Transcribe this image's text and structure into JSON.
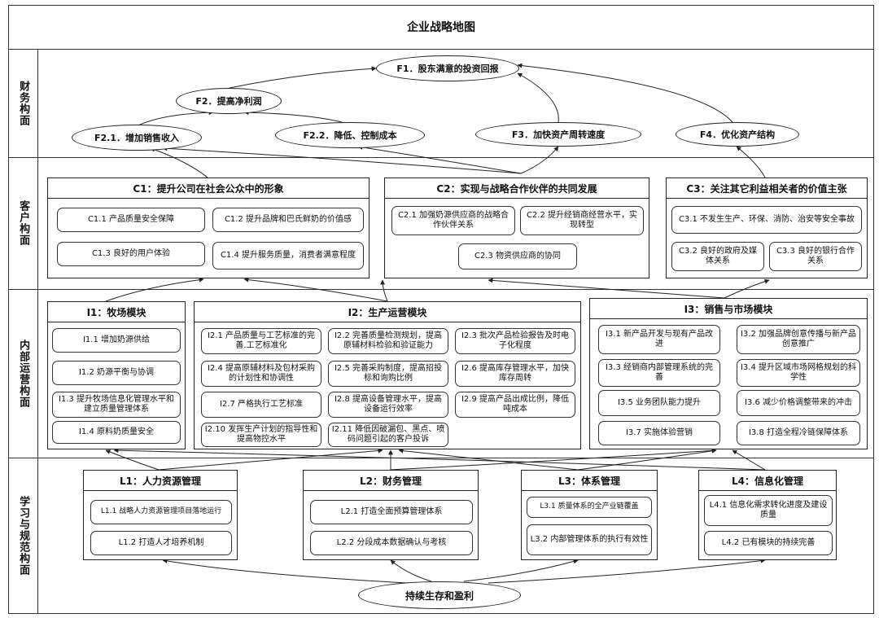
{
  "title": "企业战略地图",
  "lanes": {
    "financial": "财务构面",
    "customer": "客户构面",
    "internal": "内部运营构面",
    "learning": "学习与规范构面"
  },
  "financial": {
    "f1": "F1．股东满意的投资回报",
    "f2": "F2．提高净利润",
    "f21": "F2.1．增加销售收入",
    "f22": "F2.2．降低、控制成本",
    "f3": "F3．加快资产周转速度",
    "f4": "F4．优化资产结构"
  },
  "customer": {
    "c1": {
      "title": "C1：提升公司在社会公众中的形象",
      "items": [
        "C1.1 产品质量安全保障",
        "C1.2 提升品牌和巴氏鲜奶的价值感",
        "C1.3 良好的用户体验",
        "C1.4 提升服务质量，消费者满意程度"
      ]
    },
    "c2": {
      "title": "C2：实现与战略合作伙伴的共同发展",
      "items": [
        "C2.1 加强奶源供应商的战略合作伙伴关系",
        "C2.2 提升经销商经营水平，实现转型",
        "C2.3 物资供应商的协同"
      ]
    },
    "c3": {
      "title": "C3：关注其它利益相关者的价值主张",
      "items": [
        "C3.1 不发生生产、环保、消防、治安等安全事故",
        "C3.2 良好的政府及媒体关系",
        "C3.3 良好的银行合作关系"
      ]
    }
  },
  "internal": {
    "i1": {
      "title": "I1：牧场模块",
      "items": [
        "I1.1 增加奶源供给",
        "I1.2 奶源平衡与协调",
        "I1.3 提升牧场信息化管理水平和建立质量管理体系",
        "I1.4 原料奶质量安全"
      ]
    },
    "i2": {
      "title": "I2：生产运营模块",
      "items": [
        "I2.1 产品质量与工艺标准的完善.工艺标准化",
        "I2.2 完善质量检测规划，提高原辅材料检验和验证能力",
        "I2.3 批次产品检验报告及时电子化程度",
        "I2.4 提高原辅材料及包材采购的计划性和协调性",
        "I2.5 完善采购制度，提高招投标和询购比例",
        "I2.6 提高库存管理水平，加快库存周转",
        "I2.7 严格执行工艺标准",
        "I2.8 提高设备管理水平，提高设备运行效率",
        "I2.9 提高产品出成比例，降低吨成本",
        "I2.10 发挥生产计划的指导性和提高物控水平",
        "I2.11 降低因破漏包、黑点、喷码问题引起的客户投诉"
      ]
    },
    "i3": {
      "title": "I3：销售与市场模块",
      "items": [
        "I3.1 新产品开发与现有产品改进",
        "I3.2 加强品牌创意传播与新产品创意推广",
        "I3.3 经销商内部管理系统的完善",
        "I3.4 提升区域市场网格规划的科学性",
        "I3.5 业务团队能力提升",
        "I3.6 减少价格调整带来的冲击",
        "I3.7 实施体验营销",
        "I3.8 打造全程冷链保障体系"
      ]
    }
  },
  "learning": {
    "l1": {
      "title": "L1：人力资源管理",
      "items": [
        "L1.1 战略人力资源管理项目落地运行",
        "L1.2 打造人才培养机制"
      ]
    },
    "l2": {
      "title": "L2：财务管理",
      "items": [
        "L2.1 打造全面预算管理体系",
        "L2.2 分段成本数据确认与考核"
      ]
    },
    "l3": {
      "title": "L3：体系管理",
      "items": [
        "L3.1 质量体系的全产业链覆盖",
        "L3.2 内部管理体系的执行有效性"
      ]
    },
    "l4": {
      "title": "L4：信息化管理",
      "items": [
        "L4.1 信息化需求转化进度及建设质量",
        "L4.2 已有模块的持续完善"
      ]
    },
    "base": "持续生存和盈利"
  }
}
